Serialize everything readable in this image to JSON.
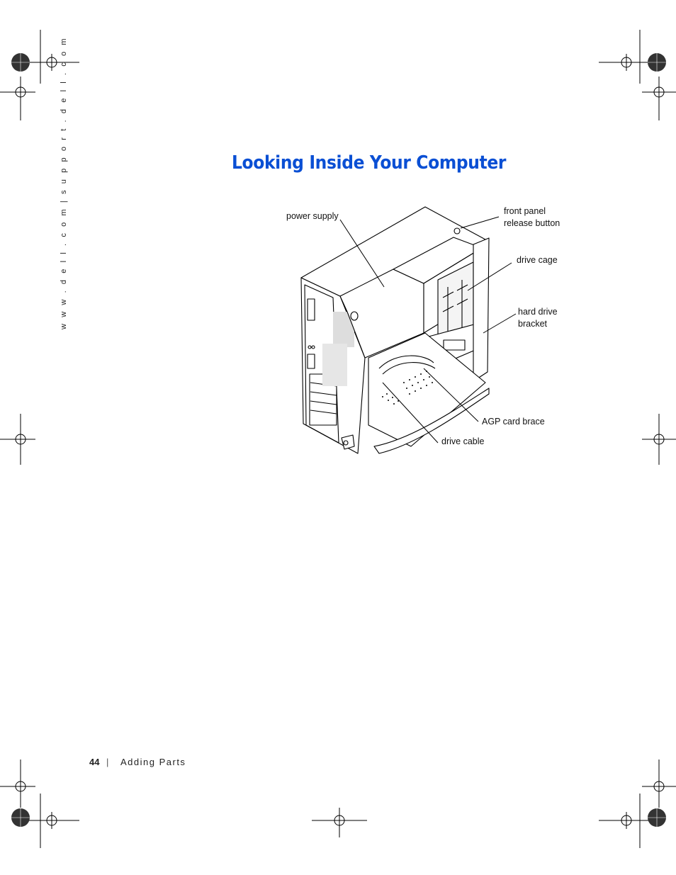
{
  "page": {
    "title": "Looking Inside Your Computer",
    "side_url": "w w w . d e l l . c o m  |  s u p p o r t . d e l l . c o m",
    "footer": {
      "page_number": "44",
      "separator": "|",
      "section": "Adding Parts"
    }
  },
  "figure": {
    "callouts": {
      "power_supply": "power supply",
      "front_panel_line1": "front panel",
      "front_panel_line2": "release button",
      "drive_cage": "drive cage",
      "hard_drive_line1": "hard drive",
      "hard_drive_line2": "bracket",
      "agp_card_brace": "AGP card brace",
      "drive_cable": "drive cable"
    }
  },
  "colors": {
    "title": "#0a4fd4",
    "line": "#000000"
  }
}
